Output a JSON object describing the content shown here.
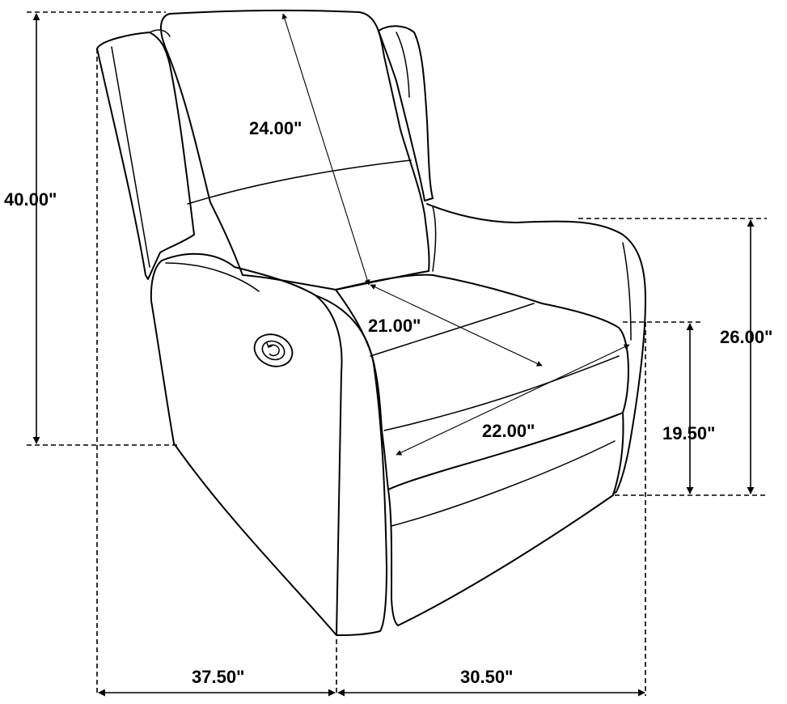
{
  "dimensions": {
    "overall_height": "40.00\"",
    "back_height": "24.00\"",
    "seat_depth": "21.00\"",
    "seat_width": "22.00\"",
    "arm_height": "26.00\"",
    "seat_height": "19.50\"",
    "depth": "37.50\"",
    "width": "30.50\""
  },
  "colors": {
    "line": "#000000",
    "background": "#ffffff"
  },
  "icons": {
    "recline_button": "power-recline-button-icon"
  }
}
